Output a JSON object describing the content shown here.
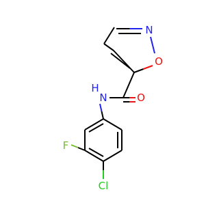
{
  "structure": {
    "atoms": {
      "n_isox": {
        "symbol": "N",
        "color": "#2222ee"
      },
      "o_ring": {
        "symbol": "O",
        "color": "#ee1111"
      },
      "o_carbonyl": {
        "symbol": "O",
        "color": "#ee1111"
      },
      "n_amide": {
        "symbol": "N",
        "color": "#2222ee"
      },
      "h_amide": {
        "symbol": "H",
        "color": "#2222ee"
      },
      "f": {
        "symbol": "F",
        "color": "#77bb33"
      },
      "cl": {
        "symbol": "Cl",
        "color": "#22cc22"
      }
    },
    "bond_color": "#000000"
  }
}
